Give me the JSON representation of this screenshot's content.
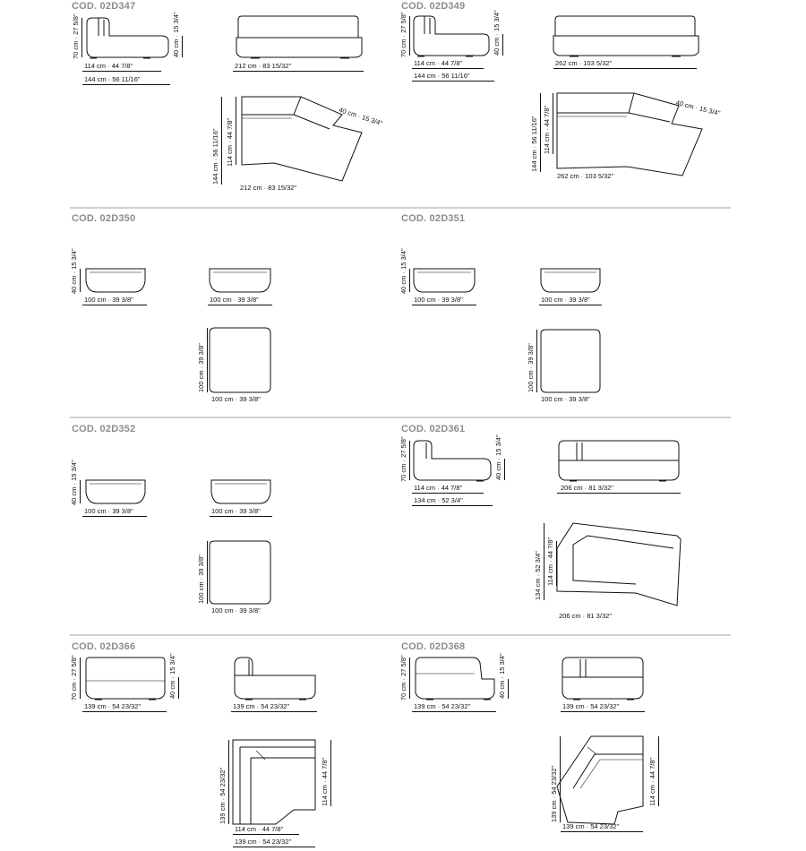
{
  "sections": [
    {
      "code": "COD. 02D347",
      "dims": {
        "h_side": "70 cm · 27 5/8\"",
        "seat_h": "40 cm · 15 3/4\"",
        "depth_small": "114 cm · 44 7/8\"",
        "depth_large": "144 cm · 56 11/16\"",
        "front_w": "212 cm · 83 15/32\"",
        "plan_arm": "40 cm · 15 3/4\"",
        "plan_v1": "144 cm · 56 11/16\"",
        "plan_v2": "114 cm · 44 7/8\"",
        "plan_w": "212 cm · 83 15/32\""
      }
    },
    {
      "code": "COD. 02D349",
      "dims": {
        "h_side": "70 cm · 27 5/8\"",
        "seat_h": "40 cm · 15 3/4\"",
        "depth_small": "114 cm · 44 7/8\"",
        "depth_large": "144 cm · 56 11/16\"",
        "front_w": "262 cm · 103 5/32\"",
        "plan_arm": "40 cm · 15 3/4\"",
        "plan_v1": "144 cm · 56 11/16\"",
        "plan_v2": "114 cm · 44 7/8\"",
        "plan_w": "262 cm · 103 5/32\""
      }
    },
    {
      "code": "COD. 02D350",
      "dims": {
        "seat_h": "40 cm · 15 3/4\"",
        "w1": "100 cm · 39 3/8\"",
        "w2": "100 cm · 39 3/8\"",
        "plan_v": "100 cm · 39 3/8\"",
        "plan_w": "100 cm · 39 3/8\""
      }
    },
    {
      "code": "COD. 02D351",
      "dims": {
        "seat_h": "40 cm · 15 3/4\"",
        "w1": "100 cm · 39 3/8\"",
        "w2": "100 cm · 39 3/8\"",
        "plan_v": "100 cm · 39 3/8\"",
        "plan_w": "100 cm · 39 3/8\""
      }
    },
    {
      "code": "COD. 02D352",
      "dims": {
        "seat_h": "40 cm · 15 3/4\"",
        "w1": "100 cm · 39 3/8\"",
        "w2": "100 cm · 39 3/8\"",
        "plan_v": "100 cm · 39 3/8\"",
        "plan_w": "100 cm · 39 3/8\""
      }
    },
    {
      "code": "COD. 02D361",
      "dims": {
        "h_side": "70 cm · 27 5/8\"",
        "seat_h": "40 cm · 15 3/4\"",
        "depth_small": "114 cm · 44 7/8\"",
        "depth_large": "134 cm · 52 3/4\"",
        "front_w": "206 cm · 81 3/32\"",
        "plan_v1": "134 cm · 52 3/4\"",
        "plan_v2": "114 cm · 44 7/8\"",
        "plan_w": "206 cm · 81 3/32\""
      }
    },
    {
      "code": "COD. 02D366",
      "dims": {
        "h_side": "70 cm · 27 5/8\"",
        "seat_h": "40 cm · 15 3/4\"",
        "side_w": "139 cm · 54 23/32\"",
        "front_w": "139 cm · 54 23/32\"",
        "plan_v1": "139 cm · 54 23/32\"",
        "plan_v2": "114 cm · 44 7/8\"",
        "plan_w1": "114 cm · 44 7/8\"",
        "plan_w2": "139 cm · 54 23/32\""
      }
    },
    {
      "code": "COD. 02D368",
      "dims": {
        "h_side": "70 cm · 27 5/8\"",
        "seat_h": "40 cm · 15 3/4\"",
        "side_w": "139 cm · 54 23/32\"",
        "front_w": "139 cm · 54 23/32\"",
        "plan_v1": "139 cm · 54 23/32\"",
        "plan_v2": "114 cm · 44 7/8\"",
        "plan_w": "139 cm · 54 23/32\""
      }
    }
  ]
}
